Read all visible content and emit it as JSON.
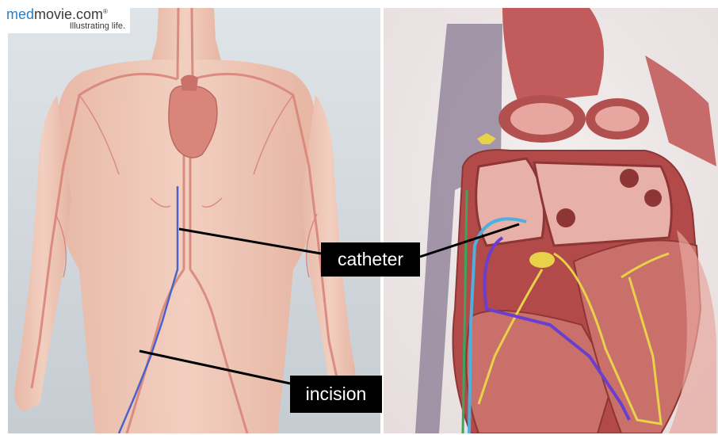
{
  "logo": {
    "brand_part1": "med",
    "brand_part2": "movie.com",
    "registered": "®",
    "tagline": "Illustrating life."
  },
  "labels": {
    "catheter": "catheter",
    "incision": "incision"
  },
  "colors": {
    "skin": "#f1c3b0",
    "vessel": "#d9857a",
    "heart_muscle": "#b34a4a",
    "heart_inner": "#c9706a",
    "catheter_blue": "#4a63c8",
    "catheter_purple": "#6a3fcf",
    "conduction_yellow": "#e8d24a",
    "lead_green": "#3aa85a",
    "label_bg": "#000000",
    "label_text": "#ffffff",
    "logo_blue": "#2a7fc2"
  }
}
